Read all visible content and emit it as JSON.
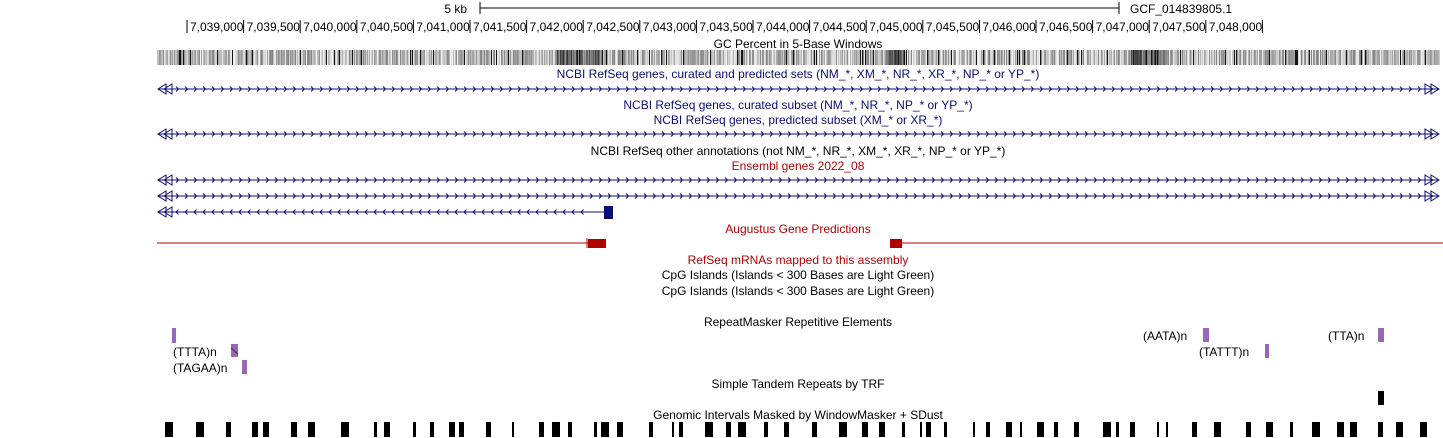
{
  "browser": {
    "scale_label": "5 kb",
    "assembly": "GCF_014839805.1",
    "positions": [
      "7,039,000",
      "7,039,500",
      "7,040,000",
      "7,040,500",
      "7,041,000",
      "7,041,500",
      "7,042,000",
      "7,042,500",
      "7,043,000",
      "7,043,500",
      "7,044,000",
      "7,044,500",
      "7,045,000",
      "7,045,500",
      "7,046,000",
      "7,046,500",
      "7,047,000",
      "7,047,500",
      "7,048,000"
    ],
    "colors": {
      "text": "#000000",
      "refseq_blue": "#0c0c78",
      "ensembl_red": "#b10000",
      "repeat_purple": "#9966bb"
    }
  },
  "tracks": {
    "gc_percent": "GC Percent in 5-Base Windows",
    "refseq_all": "NCBI RefSeq genes, curated and predicted sets (NM_*, XM_*, NR_*, XR_*, NP_* or YP_*)",
    "refseq_curated": "NCBI RefSeq genes, curated subset (NM_*, NR_*, NP_* or YP_*)",
    "refseq_predicted": "NCBI RefSeq genes, predicted subset (XM_* or XR_*)",
    "refseq_other": "NCBI RefSeq other annotations (not NM_*, NR_*, XM_*, XR_*, NP_* or YP_*)",
    "ensembl": "Ensembl genes 2022_08",
    "augustus": "Augustus Gene Predictions",
    "refseq_mrna": "RefSeq mRNAs mapped to this assembly",
    "cpg1": "CpG Islands (Islands < 300 Bases are Light Green)",
    "cpg2": "CpG Islands (Islands < 300 Bases are Light Green)",
    "repeatmasker": "RepeatMasker Repetitive Elements",
    "trf": "Simple Tandem Repeats by TRF",
    "windowmasker": "Genomic Intervals Masked by WindowMasker + SDust"
  },
  "repeats": {
    "ttta": "(TTTA)n",
    "tagaa": "(TAGAA)n",
    "aata": "(AATA)n",
    "tattt": "(TATTT)n",
    "tta": "(TTA)n"
  }
}
